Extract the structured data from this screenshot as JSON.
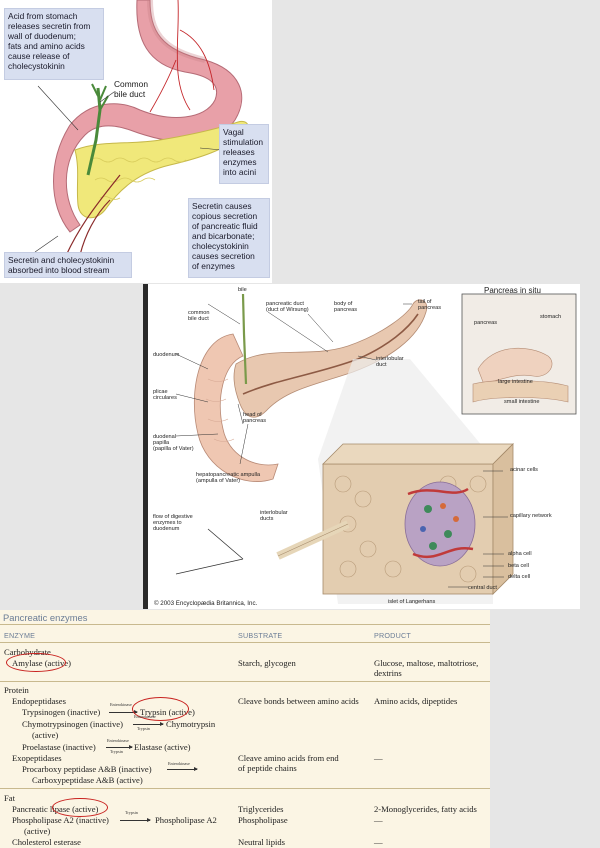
{
  "panel1": {
    "callouts": {
      "acid": "Acid from stomach\nreleases secretin from\nwall of duodenum;\nfats and amino acids\ncause release of\ncholecystokinin",
      "vagal": "Vagal\nstimulation\nreleases\nenzymes\ninto acini",
      "secretin_causes": "Secretin causes\ncopious secretion\nof pancreatic fluid\nand bicarbonate;\ncholecystokinin\ncauses secretion\nof enzymes",
      "absorbed": "Secretin and cholecystokinin\nabsorbed into blood stream"
    },
    "labels": {
      "bile_duct": "Common\nbile duct"
    },
    "colors": {
      "stomach": "#e8a0a8",
      "pancreas": "#f0e87a",
      "vessel": "#c4262a",
      "bile": "#4a8a3a",
      "callout_bg": "#d8dff0"
    }
  },
  "panel2": {
    "labels": {
      "bile": "bile",
      "common_bile_duct": "common\nbile duct",
      "pancreatic_duct": "pancreatic duct\n(duct of Wirsung)",
      "body": "body of\npancreas",
      "tail": "tail of\npancreas",
      "duodenum": "duodenum",
      "interlobular_duct": "interlobular\nduct",
      "plicae": "plicae\ncirculares",
      "head": "head of\npancreas",
      "papilla": "duodenal\npapilla\n(papilla of Vater)",
      "ampulla": "hepatopancreatic ampulla\n(ampulla of Vater)",
      "flow": "flow of digestive\nenzymes to\nduodenum",
      "interlobular_ducts": "interlobular\nducts",
      "acinar": "acinar cells",
      "capillary": "capillary network",
      "alpha": "alpha cell",
      "beta": "beta cell",
      "delta": "delta cell",
      "central_duct": "central duct",
      "islet": "islet of Langerhans",
      "insitu_title": "Pancreas in situ",
      "insitu_pancreas": "pancreas",
      "insitu_stomach": "stomach",
      "insitu_large": "large intestine",
      "insitu_small": "small intestine",
      "copyright": "© 2003 Encyclopædia Britannica, Inc."
    },
    "colors": {
      "pancreas": "#e8c8b0",
      "acini": "#d8c6a8",
      "islet": "#b9a2c4",
      "capillary": "#c03a3a"
    }
  },
  "table": {
    "title": "Pancreatic enzymes",
    "headers": {
      "enzyme": "ENZYME",
      "substrate": "SUBSTRATE",
      "product": "PRODUCT"
    },
    "carbohydrate": {
      "category": "Carbohydrate",
      "enzyme": "Amylase (active)",
      "substrate": "Starch, glycogen",
      "product": "Glucose, maltose, maltotriose,\n   dextrins"
    },
    "protein": {
      "category": "Protein",
      "endo": "Endopeptidases",
      "trypsinogen": "Trypsinogen (inactive)",
      "trypsin": "Trypsin (active)",
      "chymo_in": "Chymotrypsinogen (inactive)",
      "chymo_out": "Chymotrypsin",
      "chymo_active": "(active)",
      "proelastase": "Proelastase (inactive)",
      "elastase": "Elastase (active)",
      "exo": "Exopeptidases",
      "procarboxy": "Procarboxy peptidase A&B (inactive)",
      "carboxy": "Carboxypeptidase A&B (active)",
      "endo_substrate": "Cleave bonds between amino acids",
      "endo_product": "Amino acids, dipeptides",
      "exo_substrate": "Cleave amino acids from end\n   of peptide chains",
      "exo_product": "—"
    },
    "arrow_labels": {
      "enterokinase": "Enterokinase",
      "trypsin": "Trypsin",
      "ek_trypsin": "Enterokinase\nTrypsin"
    },
    "fat": {
      "category": "Fat",
      "lipase": "Pancreatic lipase (active)",
      "phospholipase_in": "Phospholipase A2 (inactive)",
      "phospholipase_out": "Phospholipase A2",
      "phospholipase_active": "(active)",
      "cholesterol": "Cholesterol esterase",
      "sub_lipase": "Triglycerides",
      "sub_phospho": "Phospholipase",
      "sub_chol": "Neutral lipids",
      "prod_lipase": "2-Monoglycerides, fatty acids",
      "prod_phospho": "—",
      "prod_chol": "—"
    }
  }
}
